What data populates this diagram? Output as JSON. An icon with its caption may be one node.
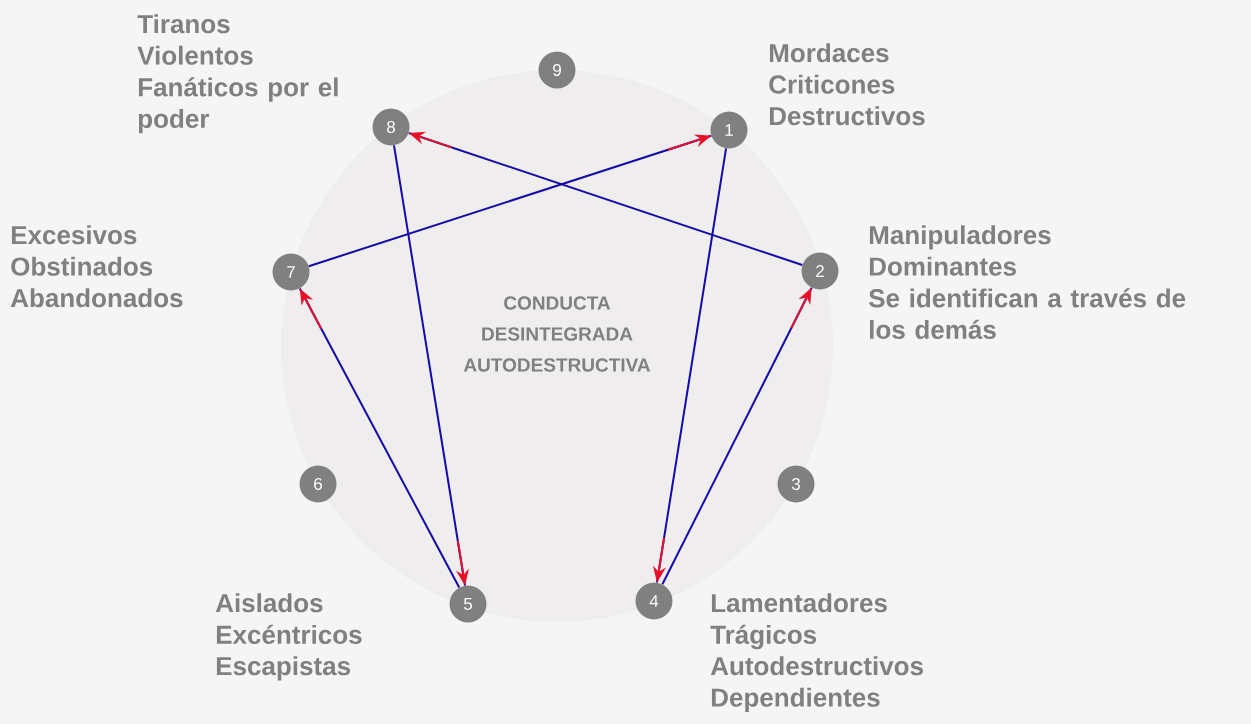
{
  "diagram": {
    "nodes": [
      {
        "text": [
          "CONDUCTA DESINTEGRADA AUTODESTRUCTIVA"
        ]
      },
      {
        "text": [
          "9"
        ]
      },
      {
        "text": [
          "8"
        ],
        "beside": [
          "Tiranos",
          "Violentos",
          "Fanáticos por el poder"
        ]
      },
      {
        "text": [
          "1"
        ],
        "beside": [
          "Mordaces",
          "Criticones",
          "Destructivos"
        ]
      },
      {
        "text": [
          "7"
        ],
        "beside": [
          "Excesivos",
          "Obstinados",
          "Abandonados"
        ]
      },
      {
        "text": [
          "2"
        ],
        "beside": [
          "Manipuladores",
          "Dominantes",
          "Se identifican a través de los demás"
        ]
      },
      {
        "text": [
          "6"
        ]
      },
      {
        "text": [
          "3"
        ]
      },
      {
        "text": [
          "5"
        ],
        "beside": [
          "Aislados",
          "Excéntricos",
          "Escapistas"
        ]
      },
      {
        "text": [
          "4"
        ],
        "beside": [
          "Lamentadores",
          "Trágicos",
          "Autodestructivos",
          "Dependientes"
        ]
      }
    ],
    "edges": [
      {
        "from": 3,
        "to": 9,
        "arrow": "to"
      },
      {
        "from": 9,
        "to": 5,
        "arrow": "to"
      },
      {
        "from": 5,
        "to": 2,
        "arrow": "to"
      },
      {
        "from": 2,
        "to": 8,
        "arrow": "to"
      },
      {
        "from": 8,
        "to": 4,
        "arrow": "to"
      },
      {
        "from": 4,
        "to": 3,
        "arrow": "to"
      }
    ]
  }
}
